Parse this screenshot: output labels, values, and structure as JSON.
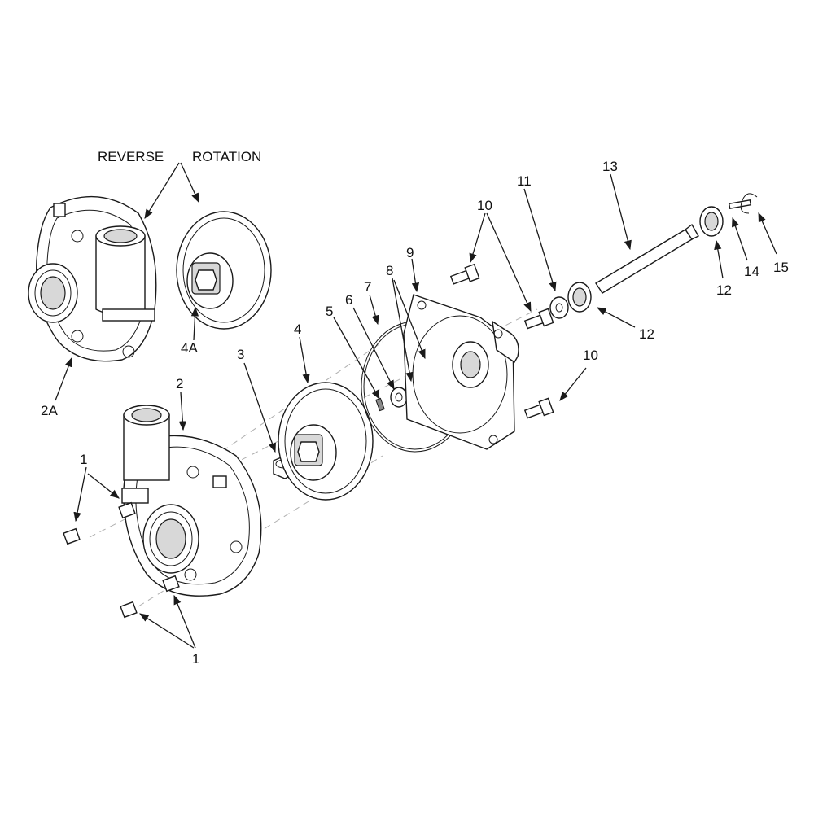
{
  "colors": {
    "line": "#1a1a1a",
    "fill": "#ffffff",
    "shade": "#d8d8d8",
    "dash": "#b0b0b0"
  },
  "labels": {
    "reverse": "REVERSE",
    "rotation": "ROTATION",
    "p2A": "2A",
    "p4A": "4A",
    "p2": "2",
    "p3": "3",
    "p4": "4",
    "p5": "5",
    "p6": "6",
    "p7": "7",
    "p8": "8",
    "p9": "9",
    "p10a": "10",
    "p10b": "10",
    "p11": "11",
    "p12a": "12",
    "p12b": "12",
    "p13": "13",
    "p14": "14",
    "p15": "15",
    "p1a": "1",
    "p1b": "1"
  }
}
